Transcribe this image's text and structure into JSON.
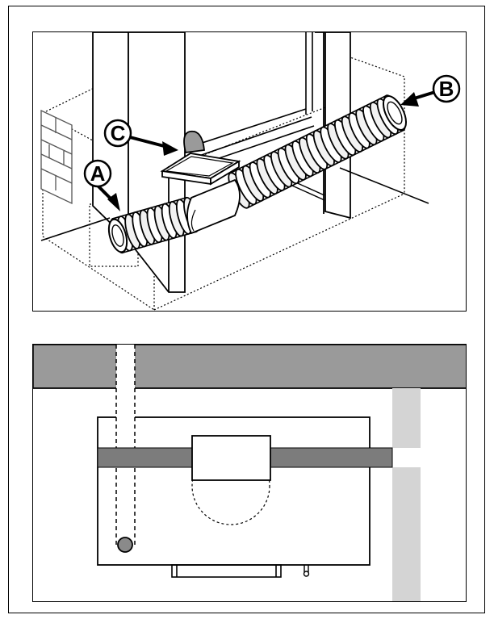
{
  "callouts": {
    "a": "A",
    "b": "B",
    "c": "C"
  },
  "colors": {
    "line": "#000000",
    "wall_gray": "#9a9a9a",
    "duct_gray": "#7c7c7c",
    "post_light": "#d4d4d4",
    "brick_line": "#555555",
    "exhaust_dot": "#8a8a8a"
  }
}
